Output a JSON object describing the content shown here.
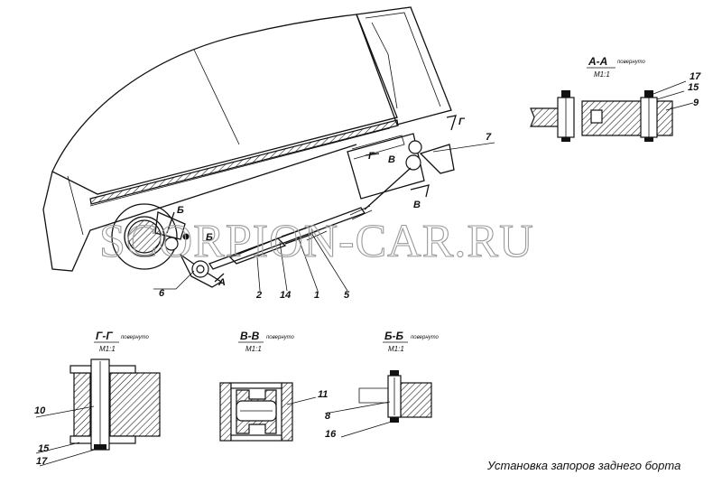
{
  "watermark": "SCORPION-CAR.RU",
  "caption": "Установка запоров заднего борта",
  "sections": {
    "aa": {
      "title": "А-А",
      "note": "повернуто",
      "scale": "М1:1"
    },
    "gg": {
      "title": "Г-Г",
      "note": "повернуто",
      "scale": "М1:1"
    },
    "vv": {
      "title": "В-В",
      "note": "повернуто",
      "scale": "М1:1"
    },
    "bb": {
      "title": "Б-Б",
      "note": "повернуто",
      "scale": "М1:1"
    }
  },
  "cut_marks": {
    "a": "А",
    "b1": "Б",
    "b2": "Б",
    "v1": "В",
    "v2": "В",
    "g": "Г"
  },
  "callouts": {
    "n1": "1",
    "n2": "2",
    "n5": "5",
    "n6": "6",
    "n7": "7",
    "n8": "8",
    "n9": "9",
    "n10": "10",
    "n11": "11",
    "n14": "14",
    "n15a": "15",
    "n15b": "15",
    "n16": "16",
    "n17a": "17",
    "n17b": "17"
  }
}
